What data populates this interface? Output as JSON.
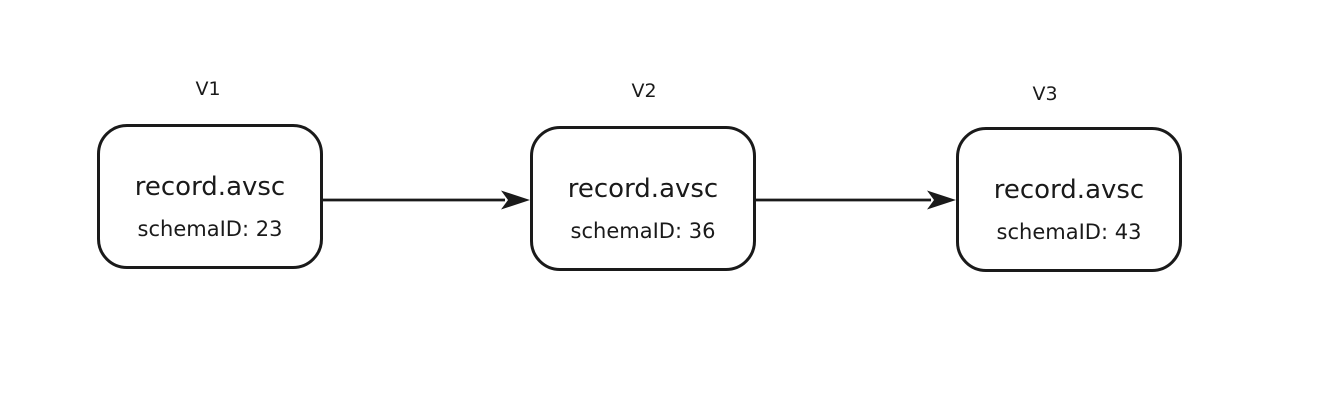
{
  "diagram": {
    "background_color": "#ffffff",
    "stroke_color": "#1a1a1a",
    "text_color": "#1a1a1a",
    "nodes": [
      {
        "id": "v1",
        "version_label": "V1",
        "title": "record.avsc",
        "schema_id_text": "schemaID: 23"
      },
      {
        "id": "v2",
        "version_label": "V2",
        "title": "record.avsc",
        "schema_id_text": "schemaID: 36"
      },
      {
        "id": "v3",
        "version_label": "V3",
        "title": "record.avsc",
        "schema_id_text": "schemaID: 43"
      }
    ],
    "edges": [
      {
        "from": "V1",
        "to": "V2",
        "style": "solid-arrow"
      },
      {
        "from": "V2",
        "to": "V3",
        "style": "solid-arrow"
      }
    ]
  }
}
